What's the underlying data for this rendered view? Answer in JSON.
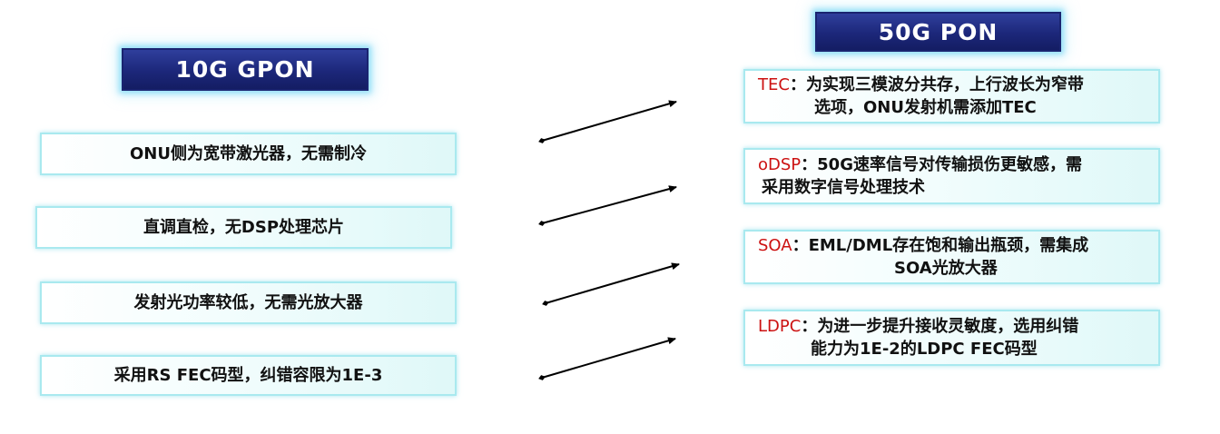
{
  "left": {
    "title": "10G GPON",
    "items": [
      "ONU侧为宽带激光器，无需制冷",
      "直调直检，无DSP处理芯片",
      "发射光功率较低，无需光放大器",
      "采用RS FEC码型，纠错容限为1E-3"
    ]
  },
  "right": {
    "title": "50G PON",
    "items": [
      {
        "key": "TEC",
        "sep": "：",
        "line1": "为实现三模波分共存，上行波长为窄带",
        "line2": "选项，ONU发射机需添加TEC"
      },
      {
        "key": "oDSP",
        "sep": "：",
        "line1": "50G速率信号对传输损伤更敏感，需",
        "line2": "采用数字信号处理技术"
      },
      {
        "key": "SOA",
        "sep": "：",
        "line1": "EML/DML存在饱和输出瓶颈，需集成",
        "line2": "SOA光放大器"
      },
      {
        "key": "LDPC",
        "sep": "：",
        "line1": "为进一步提升接收灵敏度，选用纠错",
        "line2": "能力为1E-2的LDPC FEC码型"
      }
    ]
  },
  "colors": {
    "title_bg": "#1c277a",
    "title_glow": "#78d7f5",
    "box_border": "#a9e9ef",
    "key_text": "#cc1111"
  }
}
